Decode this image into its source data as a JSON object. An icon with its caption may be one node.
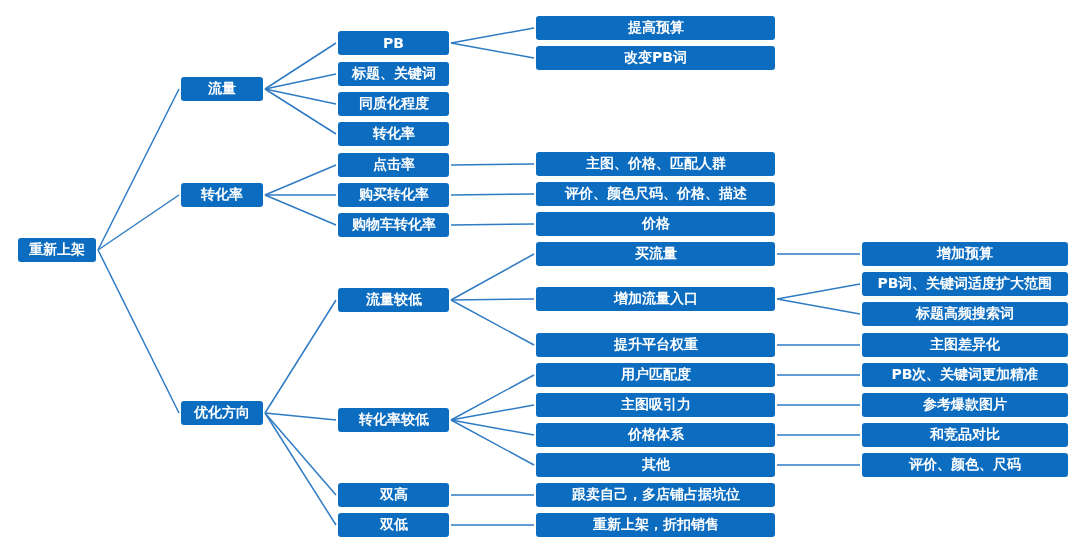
{
  "diagram": {
    "nodes": [
      {
        "text": [
          "重新上架"
        ]
      },
      {
        "text": [
          "流量"
        ]
      },
      {
        "text": [
          "PB"
        ]
      },
      {
        "text": [
          "提高预算"
        ]
      },
      {
        "text": [
          "改变PB词"
        ]
      },
      {
        "text": [
          "标题、关键词"
        ]
      },
      {
        "text": [
          "同质化程度"
        ]
      },
      {
        "text": [
          "转化率"
        ]
      },
      {
        "text": [
          "转化率"
        ]
      },
      {
        "text": [
          "点击率"
        ]
      },
      {
        "text": [
          "主图、价格、匹配人群"
        ]
      },
      {
        "text": [
          "购买转化率"
        ]
      },
      {
        "text": [
          "评价、颜色尺码、价格、描述"
        ]
      },
      {
        "text": [
          "购物车转化率"
        ]
      },
      {
        "text": [
          "价格"
        ]
      },
      {
        "text": [
          "优化方向"
        ]
      },
      {
        "text": [
          "流量较低"
        ]
      },
      {
        "text": [
          "买流量"
        ]
      },
      {
        "text": [
          "增加预算"
        ]
      },
      {
        "text": [
          "增加流量入口"
        ]
      },
      {
        "text": [
          "PB词、关键词适度扩大范围"
        ]
      },
      {
        "text": [
          "标题高频搜索词"
        ]
      },
      {
        "text": [
          "提升平台权重"
        ]
      },
      {
        "text": [
          "主图差异化"
        ]
      },
      {
        "text": [
          "转化率较低"
        ]
      },
      {
        "text": [
          "用户匹配度"
        ]
      },
      {
        "text": [
          "PB次、关键词更加精准"
        ]
      },
      {
        "text": [
          "主图吸引力"
        ]
      },
      {
        "text": [
          "参考爆款图片"
        ]
      },
      {
        "text": [
          "价格体系"
        ]
      },
      {
        "text": [
          "和竞品对比"
        ]
      },
      {
        "text": [
          "其他"
        ]
      },
      {
        "text": [
          "评价、颜色、尺码"
        ]
      },
      {
        "text": [
          "双高"
        ]
      },
      {
        "text": [
          "跟卖自己，多店铺占据坑位"
        ]
      },
      {
        "text": [
          "双低"
        ]
      },
      {
        "text": [
          "重新上架，折扣销售"
        ]
      }
    ],
    "edges": [
      {
        "from": 0,
        "to": 1,
        "arrow": "none"
      },
      {
        "from": 1,
        "to": 2,
        "arrow": "none"
      },
      {
        "from": 2,
        "to": 3,
        "arrow": "none"
      },
      {
        "from": 2,
        "to": 4,
        "arrow": "none"
      },
      {
        "from": 1,
        "to": 5,
        "arrow": "none"
      },
      {
        "from": 1,
        "to": 6,
        "arrow": "none"
      },
      {
        "from": 1,
        "to": 7,
        "arrow": "none"
      },
      {
        "from": 0,
        "to": 8,
        "arrow": "none"
      },
      {
        "from": 8,
        "to": 9,
        "arrow": "none"
      },
      {
        "from": 9,
        "to": 10,
        "arrow": "none"
      },
      {
        "from": 8,
        "to": 11,
        "arrow": "none"
      },
      {
        "from": 11,
        "to": 12,
        "arrow": "none"
      },
      {
        "from": 8,
        "to": 13,
        "arrow": "none"
      },
      {
        "from": 13,
        "to": 14,
        "arrow": "none"
      },
      {
        "from": 0,
        "to": 15,
        "arrow": "none"
      },
      {
        "from": 15,
        "to": 16,
        "arrow": "none"
      },
      {
        "from": 16,
        "to": 17,
        "arrow": "none"
      },
      {
        "from": 17,
        "to": 18,
        "arrow": "none"
      },
      {
        "from": 16,
        "to": 19,
        "arrow": "none"
      },
      {
        "from": 19,
        "to": 20,
        "arrow": "none"
      },
      {
        "from": 19,
        "to": 21,
        "arrow": "none"
      },
      {
        "from": 16,
        "to": 22,
        "arrow": "none"
      },
      {
        "from": 22,
        "to": 23,
        "arrow": "none"
      },
      {
        "from": 15,
        "to": 24,
        "arrow": "none"
      },
      {
        "from": 24,
        "to": 25,
        "arrow": "none"
      },
      {
        "from": 25,
        "to": 26,
        "arrow": "none"
      },
      {
        "from": 24,
        "to": 27,
        "arrow": "none"
      },
      {
        "from": 27,
        "to": 28,
        "arrow": "none"
      },
      {
        "from": 24,
        "to": 29,
        "arrow": "none"
      },
      {
        "from": 29,
        "to": 30,
        "arrow": "none"
      },
      {
        "from": 24,
        "to": 31,
        "arrow": "none"
      },
      {
        "from": 31,
        "to": 32,
        "arrow": "none"
      },
      {
        "from": 15,
        "to": 33,
        "arrow": "none"
      },
      {
        "from": 33,
        "to": 34,
        "arrow": "none"
      },
      {
        "from": 15,
        "to": 35,
        "arrow": "none"
      },
      {
        "from": 35,
        "to": 36,
        "arrow": "none"
      }
    ]
  }
}
